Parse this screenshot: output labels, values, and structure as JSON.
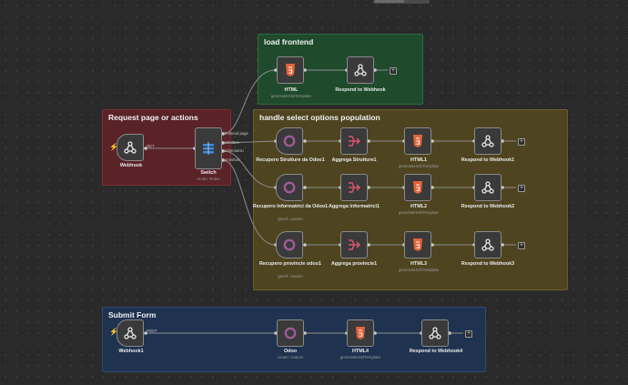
{
  "groups": {
    "load_frontend": "load frontend",
    "request": "Request page or actions",
    "options": "handle select options population",
    "submit": "Submit Form"
  },
  "nodes": {
    "html": {
      "label": "HTML",
      "sub": "generateHtmlTemplate"
    },
    "respond": {
      "label": "Respond to Webhook"
    },
    "webhook": {
      "label": "Webhook"
    },
    "switch": {
      "label": "Switch",
      "sub": "mode: Rules"
    },
    "rec_strutture": {
      "label": "Recupero Strutture da Odoo1"
    },
    "agg_strutture": {
      "label": "Aggrega Strutture1"
    },
    "html1": {
      "label": "HTML1",
      "sub": "generateHtmlTemplate"
    },
    "respond1": {
      "label": "Respond to Webhook1"
    },
    "rec_informatrici": {
      "label": "Recupero Informatrici da Odoo1",
      "sub": "getAll: custom"
    },
    "agg_informatrici": {
      "label": "Aggrega Informatrici1"
    },
    "html2": {
      "label": "HTML2",
      "sub": "generateHtmlTemplate"
    },
    "respond2": {
      "label": "Respond to Webhook2"
    },
    "rec_provincie": {
      "label": "Recupero provincie odoo1",
      "sub": "getAll: custom"
    },
    "agg_provincie": {
      "label": "Aggrega provincie1"
    },
    "html3": {
      "label": "HTML3",
      "sub": "generateHtmlTemplate"
    },
    "respond3": {
      "label": "Respond to Webhook3"
    },
    "webhook1": {
      "label": "Webhook1"
    },
    "odoo": {
      "label": "Odoo",
      "sub": "create: custom"
    },
    "html4": {
      "label": "HTML4",
      "sub": "generateHtmlTemplate"
    },
    "respond4": {
      "label": "Respond to Webhook4"
    }
  },
  "connection_labels": {
    "webhook_get": "GET",
    "webhook1_post": "POST",
    "switch_out1": "frontend page",
    "switch_out2": "Strutture",
    "switch_out3": "Informatrici",
    "switch_out4": "provincie"
  },
  "plus": "+",
  "trigger_mark": "⚡",
  "colors": {
    "canvas": "#2a2a2a",
    "group_green": "#1f4a2c",
    "group_red": "#5a2328",
    "group_yellow": "#4e4520",
    "group_blue": "#1f3350",
    "html_orange": "#e2643a",
    "odoo_purple": "#a05a9a",
    "aggregate_red": "#e0546a",
    "switch_blue": "#3c8ce0"
  },
  "icons": [
    "webhook-icon",
    "html5-icon",
    "switch-icon",
    "odoo-icon",
    "aggregate-icon",
    "plus-icon",
    "bolt-icon"
  ]
}
